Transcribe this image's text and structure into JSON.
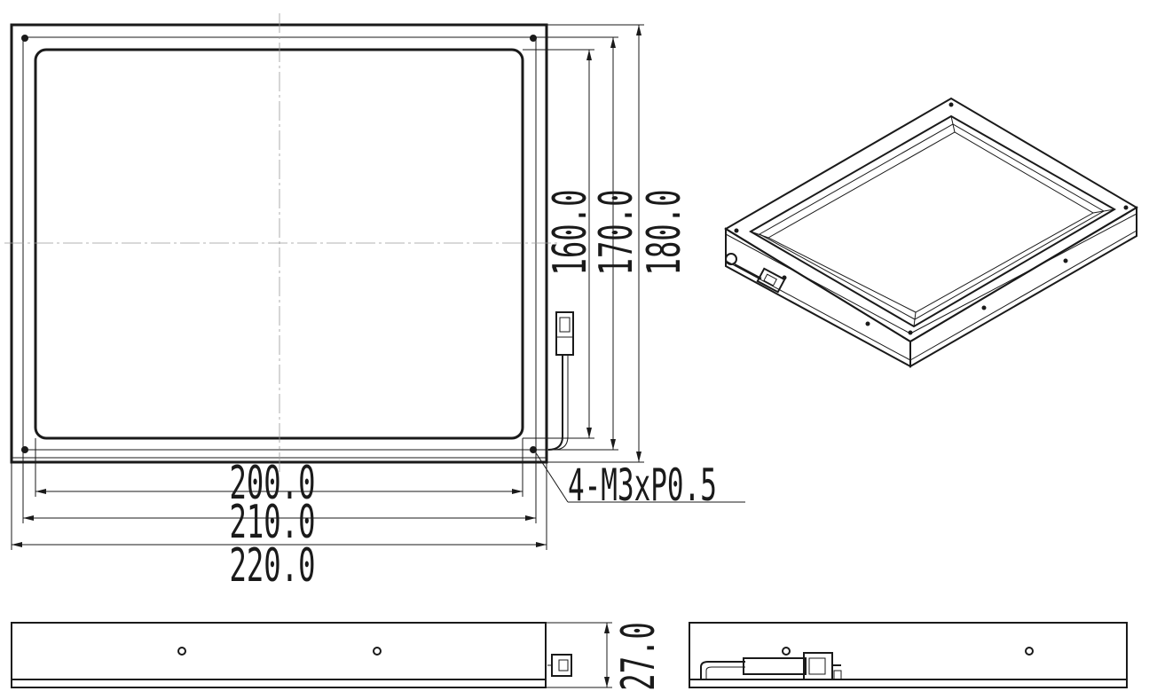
{
  "drawing": {
    "dimensions": {
      "width_inner": "200.0",
      "width_mid": "210.0",
      "width_outer": "220.0",
      "height_inner": "160.0",
      "height_mid": "170.0",
      "height_outer": "180.0",
      "thickness": "27.0"
    },
    "callout": "4-M3xP0.5"
  }
}
